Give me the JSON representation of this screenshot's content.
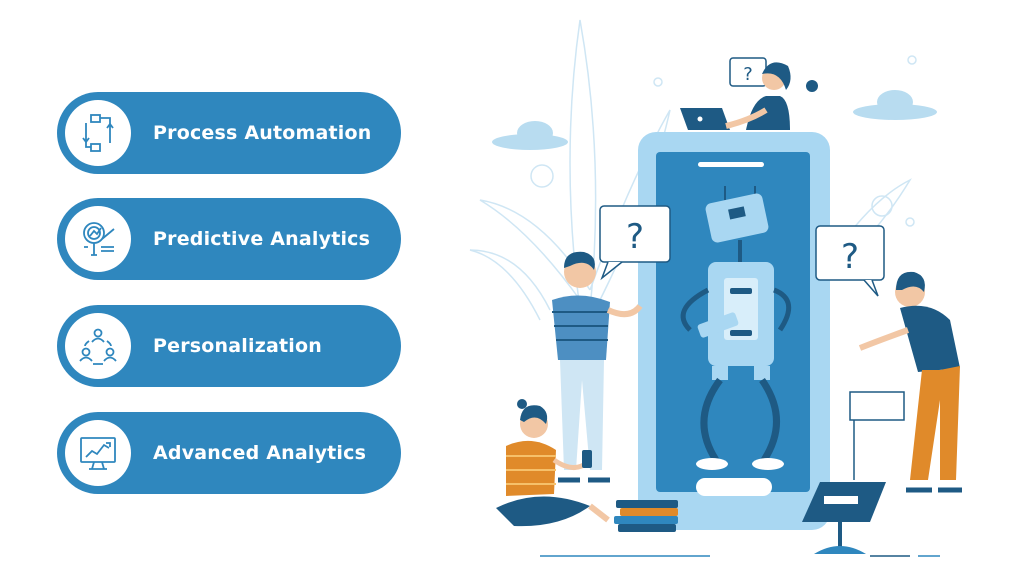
{
  "features": [
    {
      "label": "Process Automation",
      "icon": "process-cycle-icon"
    },
    {
      "label": "Predictive Analytics",
      "icon": "magnifier-chart-icon"
    },
    {
      "label": "Personalization",
      "icon": "users-cycle-icon"
    },
    {
      "label": "Advanced Analytics",
      "icon": "monitor-chart-icon"
    }
  ],
  "colors": {
    "pill": "#2f87be",
    "dark_blue": "#1e5a84",
    "light_blue": "#a9d7f2",
    "orange": "#e08a2a",
    "white": "#ffffff"
  },
  "illustration": {
    "speech_glyph": "?"
  }
}
